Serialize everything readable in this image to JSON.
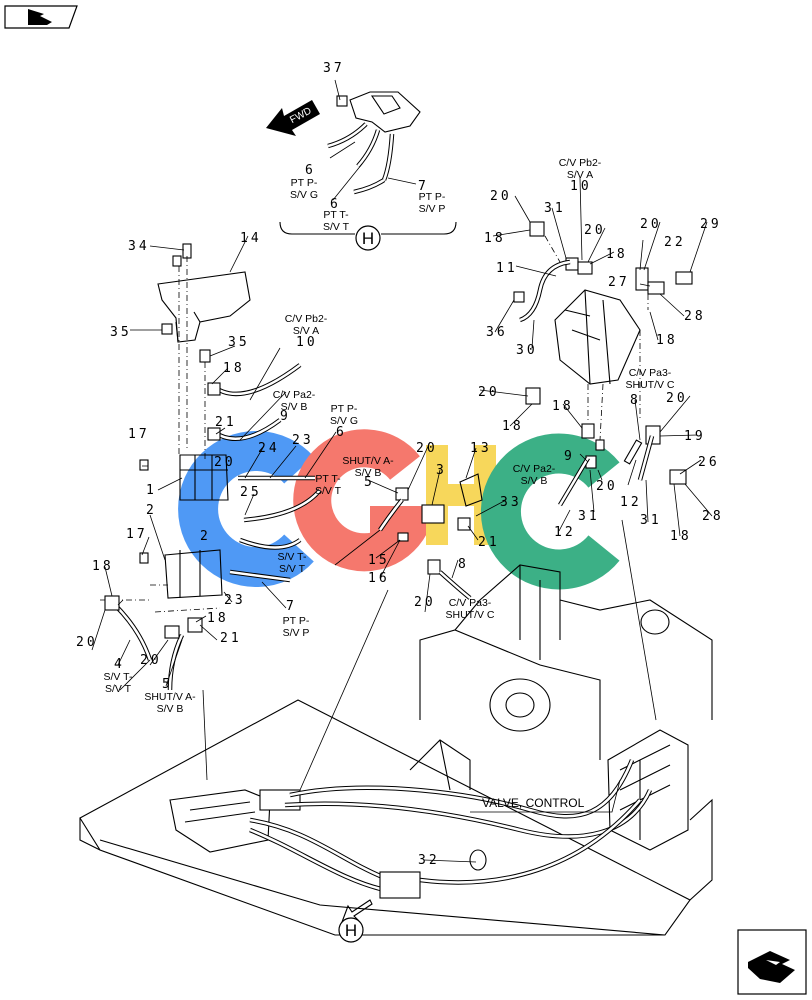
{
  "navigation": {
    "prev_icon": "page-back-icon",
    "next_icon": "page-forward-icon"
  },
  "detail_view": {
    "fwd_arrow": "FWD",
    "letter": "H"
  },
  "callout": "VALVE, CONTROL",
  "view_marker": "H",
  "watermark": {
    "letters": [
      "C",
      "G",
      "H",
      "C"
    ],
    "colors": [
      "#3d8ff5",
      "#f46a5e",
      "#f7d34a",
      "#27a87a"
    ]
  },
  "part_numbers": {
    "p37": "37",
    "p6a": "6",
    "p6b": "6",
    "p7a": "7",
    "p34": "34",
    "p14": "14",
    "p35a": "35",
    "p35b": "35",
    "p10a": "10",
    "p18a": "18",
    "p21a": "21",
    "p9a": "9",
    "p17a": "17",
    "p1": "1",
    "p20a": "20",
    "p24": "24",
    "p23a": "23",
    "p6c": "6",
    "p25": "25",
    "p2a": "2",
    "p2b": "2",
    "p17b": "17",
    "p23b": "23",
    "p7b": "7",
    "p18b": "18",
    "p20b": "20",
    "p4": "4",
    "p18c": "18",
    "p20c": "20",
    "p21b": "21",
    "p5a": "5",
    "p20d": "20",
    "p5b": "5",
    "p3": "3",
    "p13": "13",
    "p33": "33",
    "p21c": "21",
    "p15": "15",
    "p16": "16",
    "p20e": "20",
    "p8a": "8",
    "p20f": "20",
    "p18d": "18",
    "p31a": "31",
    "p10b": "10",
    "p20g": "20",
    "p18e": "18",
    "p11": "11",
    "p36": "36",
    "p30": "30",
    "p20h": "20",
    "p22": "22",
    "p29": "29",
    "p27": "27",
    "p28a": "28",
    "p18f": "18",
    "p20i": "20",
    "p18g": "18",
    "p18h": "18",
    "p8b": "8",
    "p20j": "20",
    "p19": "19",
    "p9b": "9",
    "p20k": "20",
    "p26": "26",
    "p12a": "12",
    "p31b": "31",
    "p12b": "12",
    "p31c": "31",
    "p28b": "28",
    "p18i": "18",
    "p32": "32"
  },
  "hose_labels": {
    "h_ptp_svg_top": [
      "PT P-",
      "S/V G"
    ],
    "h_ptt_svt_top": [
      "PT T-",
      "S/V T"
    ],
    "h_ptp_svp_top": [
      "PT P-",
      "S/V P"
    ],
    "h_cvpb2_sva_left": [
      "C/V Pb2-",
      "S/V A"
    ],
    "h_cvpa2_svb_left": [
      "C/V Pa2-",
      "S/V B"
    ],
    "h_ptp_svg_mid": [
      "PT P-",
      "S/V G"
    ],
    "h_shutva_svb_mid": [
      "SHUT/V A-",
      "S/V B"
    ],
    "h_ptt_svt_mid": [
      "PT T-",
      "S/V T"
    ],
    "h_svt_svt": [
      "S/V T-",
      "S/V T"
    ],
    "h_ptp_svp_mid": [
      "PT P-",
      "S/V P"
    ],
    "h_svt_svt_left": [
      "S/V T-",
      "S/V T"
    ],
    "h_shutva_svb_left": [
      "SHUT/V A-",
      "S/V B"
    ],
    "h_cvpa3_shutvc_mid": [
      "C/V Pa3-",
      "SHUT/V C"
    ],
    "h_cvpb2_sva_right": [
      "C/V Pb2-",
      "S/V A"
    ],
    "h_cvpa3_shutvc_right": [
      "C/V Pa3-",
      "SHUT/V C"
    ],
    "h_cvpa2_svb_right": [
      "C/V Pa2-",
      "S/V B"
    ]
  }
}
